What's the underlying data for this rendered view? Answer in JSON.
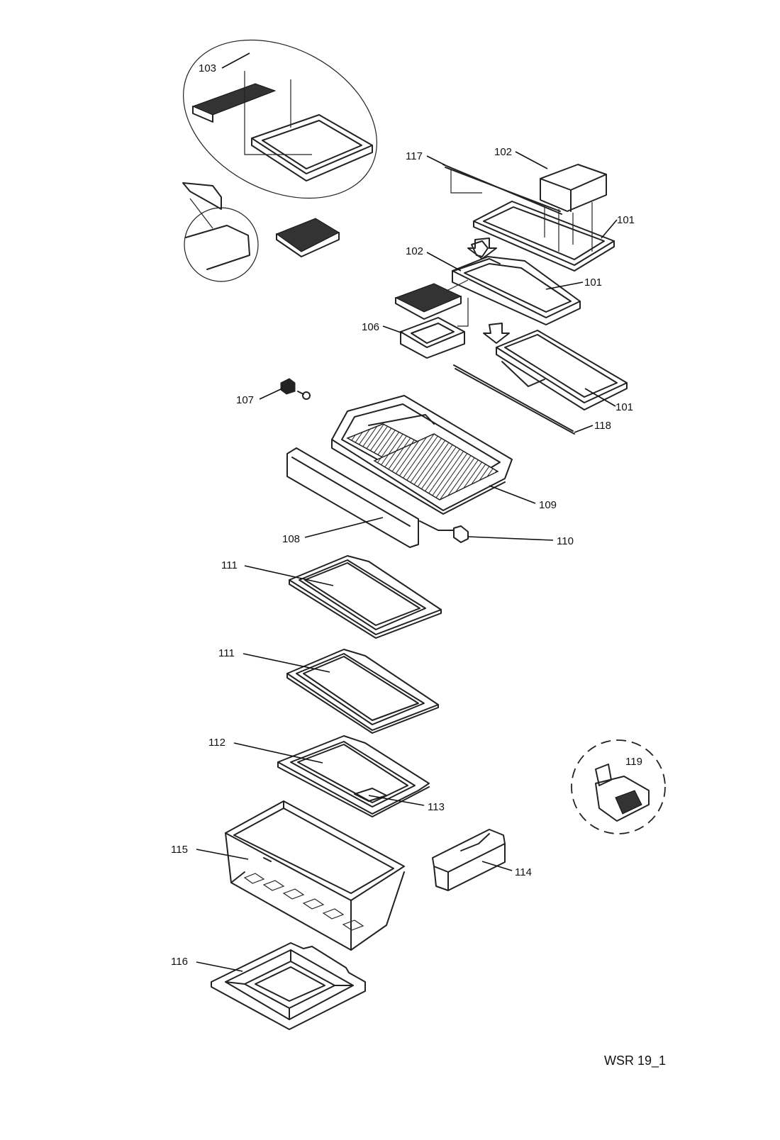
{
  "diagram": {
    "code": "WSR 19_1",
    "callouts": {
      "c103": "103",
      "c117": "117",
      "c102a": "102",
      "c101a": "101",
      "c102b": "102",
      "c101b": "101",
      "c106": "106",
      "c101c": "101",
      "c107": "107",
      "c118": "118",
      "c109": "109",
      "c108": "108",
      "c110": "110",
      "c111a": "111",
      "c111b": "111",
      "c112": "112",
      "c113": "113",
      "c119": "119",
      "c115": "115",
      "c114": "114",
      "c116": "116"
    }
  }
}
